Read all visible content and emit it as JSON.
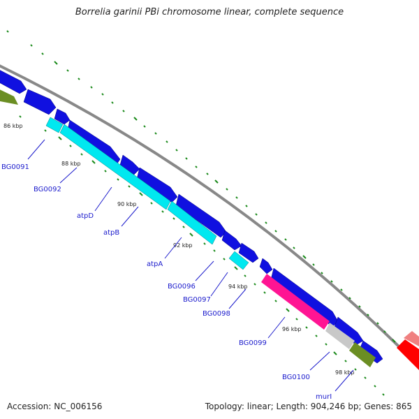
{
  "header": {
    "title": "Borrelia garinii PBi chromosome linear, complete sequence"
  },
  "footer": {
    "accession": "Accession: NC_006156",
    "summary": "Topology: linear; Length: 904,246 bp; Genes: 865"
  },
  "map": {
    "kbp_labels": [
      "86 kbp",
      "88 kbp",
      "90 kbp",
      "92 kbp",
      "94 kbp",
      "96 kbp",
      "98 kbp"
    ],
    "gene_labels": [
      "BG0091",
      "BG0092",
      "atpD",
      "atpB",
      "atpA",
      "BG0096",
      "BG0097",
      "BG0098",
      "BG0099",
      "BG0100",
      "murI"
    ],
    "colors": {
      "backbone": "#888888",
      "cds_forward": "#1010e0",
      "cds_reverse": "#00e8f0",
      "pseudo_pink": "#ff1493",
      "grey_feature": "#c8c8c8",
      "olive_feature": "#6b8e23",
      "red_feature": "#ff0000",
      "light_red_feature": "#f08080",
      "tick_green": "#1a8a1a",
      "label_blue": "#1a1acc"
    }
  }
}
